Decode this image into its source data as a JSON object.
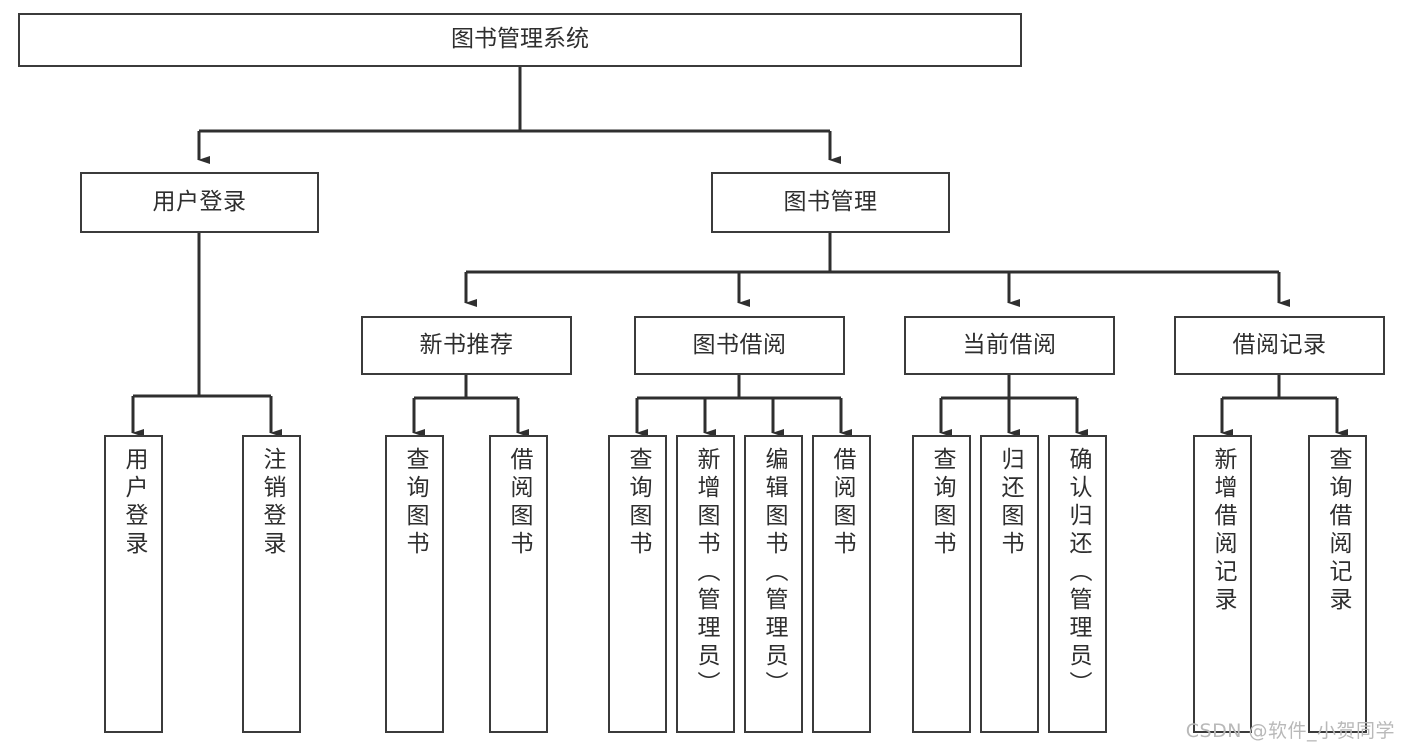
{
  "diagram": {
    "title": "图书管理系统",
    "watermark": "CSDN @软件_小贺同学",
    "colors": {
      "box_border": "#3b3b3b",
      "wire": "#2f2f2f",
      "text": "#2e2e2e",
      "background": "#ffffff",
      "watermark": "#b9b9b9"
    },
    "root": {
      "label": "图书管理系统"
    },
    "level1": [
      {
        "label": "用户登录"
      },
      {
        "label": "图书管理"
      }
    ],
    "level2": [
      {
        "label": "新书推荐"
      },
      {
        "label": "图书借阅"
      },
      {
        "label": "当前借阅"
      },
      {
        "label": "借阅记录"
      }
    ],
    "leaves": {
      "user_login": [
        {
          "label": "用户登录"
        },
        {
          "label": "注销登录"
        }
      ],
      "new_book": [
        {
          "label": "查询图书"
        },
        {
          "label": "借阅图书"
        }
      ],
      "book_borrow": [
        {
          "label": "查询图书"
        },
        {
          "label": "新增图书（管理员）"
        },
        {
          "label": "编辑图书（管理员）"
        },
        {
          "label": "借阅图书"
        }
      ],
      "current_borrow": [
        {
          "label": "查询图书"
        },
        {
          "label": "归还图书"
        },
        {
          "label": "确认归还（管理员）"
        }
      ],
      "borrow_record": [
        {
          "label": "新增借阅记录"
        },
        {
          "label": "查询借阅记录"
        }
      ]
    }
  }
}
